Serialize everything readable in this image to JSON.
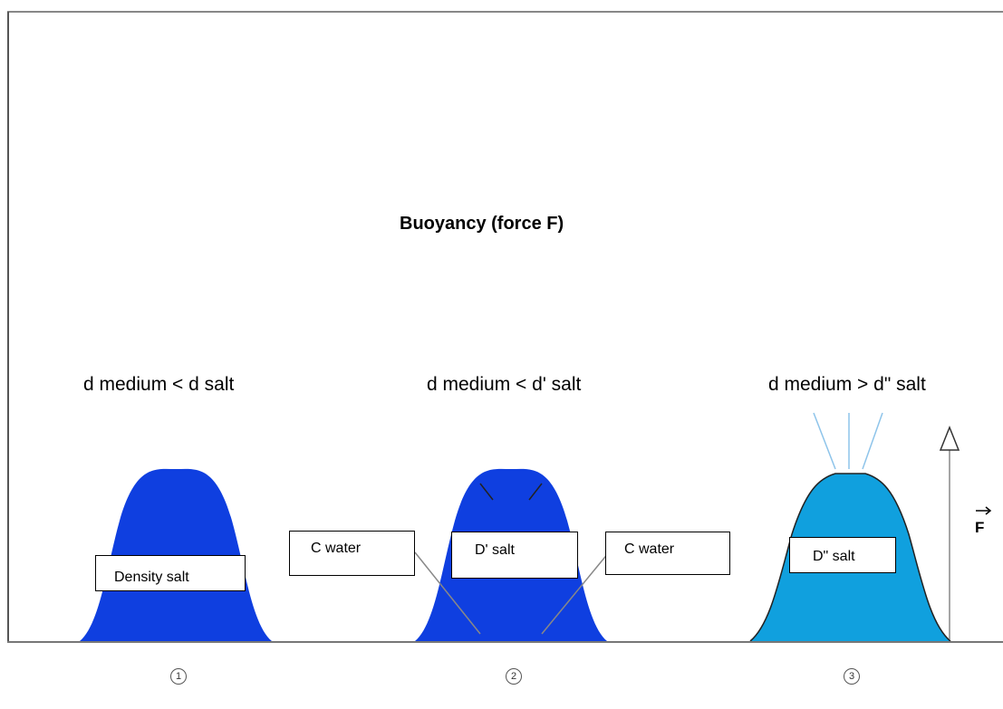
{
  "title": "Buoyancy (force F)",
  "conditions": [
    "d medium < d salt",
    "d medium < d' salt",
    "d medium > d\" salt"
  ],
  "labels": {
    "density_salt": "Density salt",
    "c_water_left": "C water",
    "d_prime_salt": "D' salt",
    "c_water_right": "C water",
    "d_double_prime_salt": "D\" salt"
  },
  "stage_numbers": [
    "1",
    "2",
    "3"
  ],
  "force_label": "F",
  "colors": {
    "dense_salt": "#0f3fe0",
    "light_salt": "#10a0de",
    "pressure_lines": "#8ec4ea"
  }
}
